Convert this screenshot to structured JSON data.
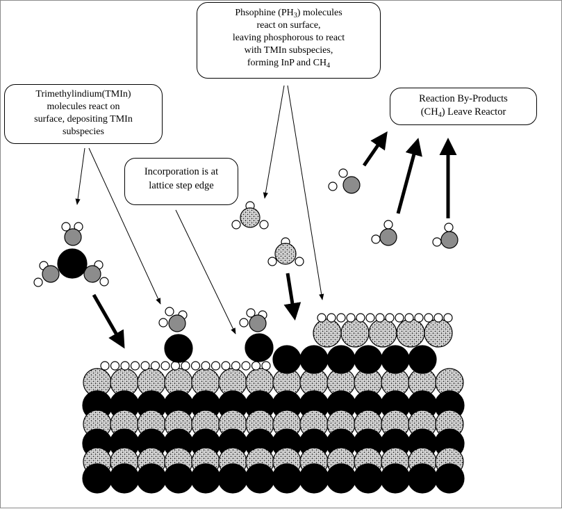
{
  "callouts": {
    "tmin": {
      "lines": [
        "Trimethylindium(TMIn)",
        "molecules react on",
        "surface, depositing TMIn",
        "subspecies"
      ]
    },
    "phosphine": {
      "line1_pre": "Phsophine (PH",
      "line1_sub": "3",
      "line1_post": ") molecules",
      "line2": "react on surface,",
      "line3": "leaving phosphorous to react",
      "line4": "with TMIn subspecies,",
      "line5_pre": "forming InP and CH",
      "line5_sub": "4"
    },
    "byproducts": {
      "line1": "Reaction By-Products",
      "line2_pre": "(CH",
      "line2_sub": "4",
      "line2_post": ") Leave Reactor"
    },
    "incorporation": {
      "lines": [
        "Incorporation is at",
        "lattice step edge"
      ]
    }
  },
  "colors": {
    "indium": "#000000",
    "phosphorus": "#dcdcdc",
    "carbon": "#8c8c8c",
    "hydrogen": "#ffffff",
    "outline": "#000000"
  },
  "icons": {
    "indium_atom": "black-circle",
    "phosphorus_atom": "stippled-circle",
    "carbon_atom": "gray-circle",
    "hydrogen_atom": "white-circle"
  }
}
